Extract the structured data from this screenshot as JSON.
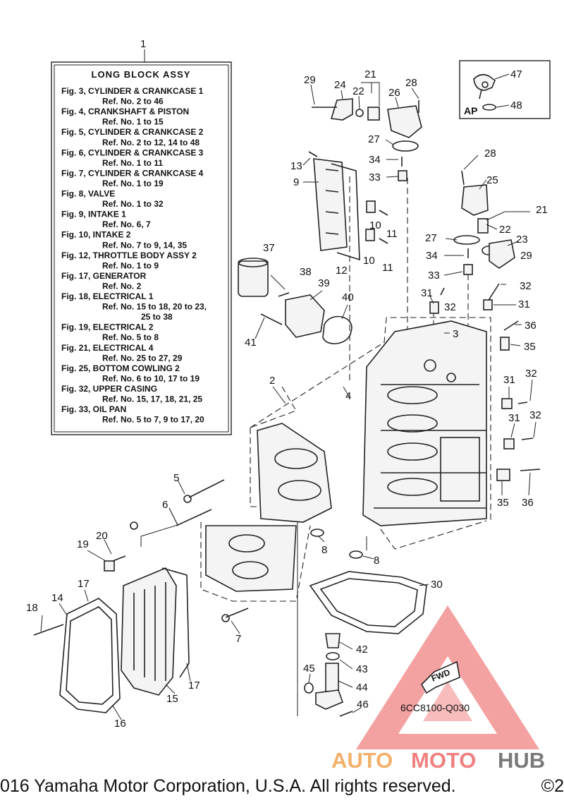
{
  "legend_box": {
    "ref_number": "1",
    "title": "LONG BLOCK ASSY",
    "lines": [
      "Fig. 3, CYLINDER & CRANKCASE 1",
      "Ref. No. 2 to 46",
      "Fig. 4, CRANKSHAFT & PISTON",
      "Ref. No. 1 to 15",
      "Fig. 5, CYLINDER & CRANKCASE 2",
      "Ref. No. 2 to 12, 14 to 48",
      "Fig. 6, CYLINDER & CRANKCASE 3",
      "Ref. No. 1 to 11",
      "Fig. 7, CYLINDER & CRANKCASE 4",
      "Ref. No. 1 to 19",
      "Fig. 8, VALVE",
      "Ref. No. 1 to 32",
      "Fig. 9, INTAKE 1",
      "Ref. No. 6, 7",
      "Fig. 10, INTAKE 2",
      "Ref. No. 7 to 9, 14, 35",
      "Fig. 12, THROTTLE BODY ASSY 2",
      "Ref. No. 1 to 9",
      "Fig. 17, GENERATOR",
      "Ref. No. 2",
      "Fig. 18, ELECTRICAL 1",
      "Ref. No. 15 to 18, 20 to 23,",
      "25 to 38",
      "Fig. 19, ELECTRICAL 2",
      "Ref. No. 5 to 8",
      "Fig. 21, ELECTRICAL 4",
      "Ref. No. 25 to 27, 29",
      "Fig. 25, BOTTOM COWLING 2",
      "Ref. No. 6 to 10, 17 to 19",
      "Fig. 32, UPPER CASING",
      "Ref. No. 15, 17, 18, 21, 25",
      "Fig. 33, OIL PAN",
      "Ref. No. 5 to 7, 9 to 17, 20"
    ]
  },
  "ap_box": {
    "label": "AP",
    "parts": [
      "47",
      "48"
    ]
  },
  "callouts": [
    "29",
    "24",
    "22",
    "21",
    "26",
    "28",
    "27",
    "34",
    "33",
    "13",
    "9",
    "10",
    "11",
    "12",
    "10",
    "11",
    "28",
    "25",
    "21",
    "22",
    "23",
    "29",
    "27",
    "34",
    "33",
    "37",
    "38",
    "39",
    "40",
    "41",
    "31",
    "32",
    "3",
    "32",
    "31",
    "36",
    "35",
    "2",
    "4",
    "31",
    "32",
    "31",
    "32",
    "35",
    "36",
    "5",
    "6",
    "20",
    "19",
    "17",
    "14",
    "18",
    "8",
    "8",
    "30",
    "7",
    "42",
    "43",
    "44",
    "45",
    "46",
    "15",
    "16",
    "17"
  ],
  "fwd_label": "FWD",
  "diagram_code": "6CC8100-Q030",
  "watermark": {
    "auto": "AUTO",
    "moto": "MOTO",
    "hub": "HUB"
  },
  "footer": {
    "text": "016 Yamaha Motor Corporation, U.S.A. All rights reserved.",
    "right": "©2"
  }
}
